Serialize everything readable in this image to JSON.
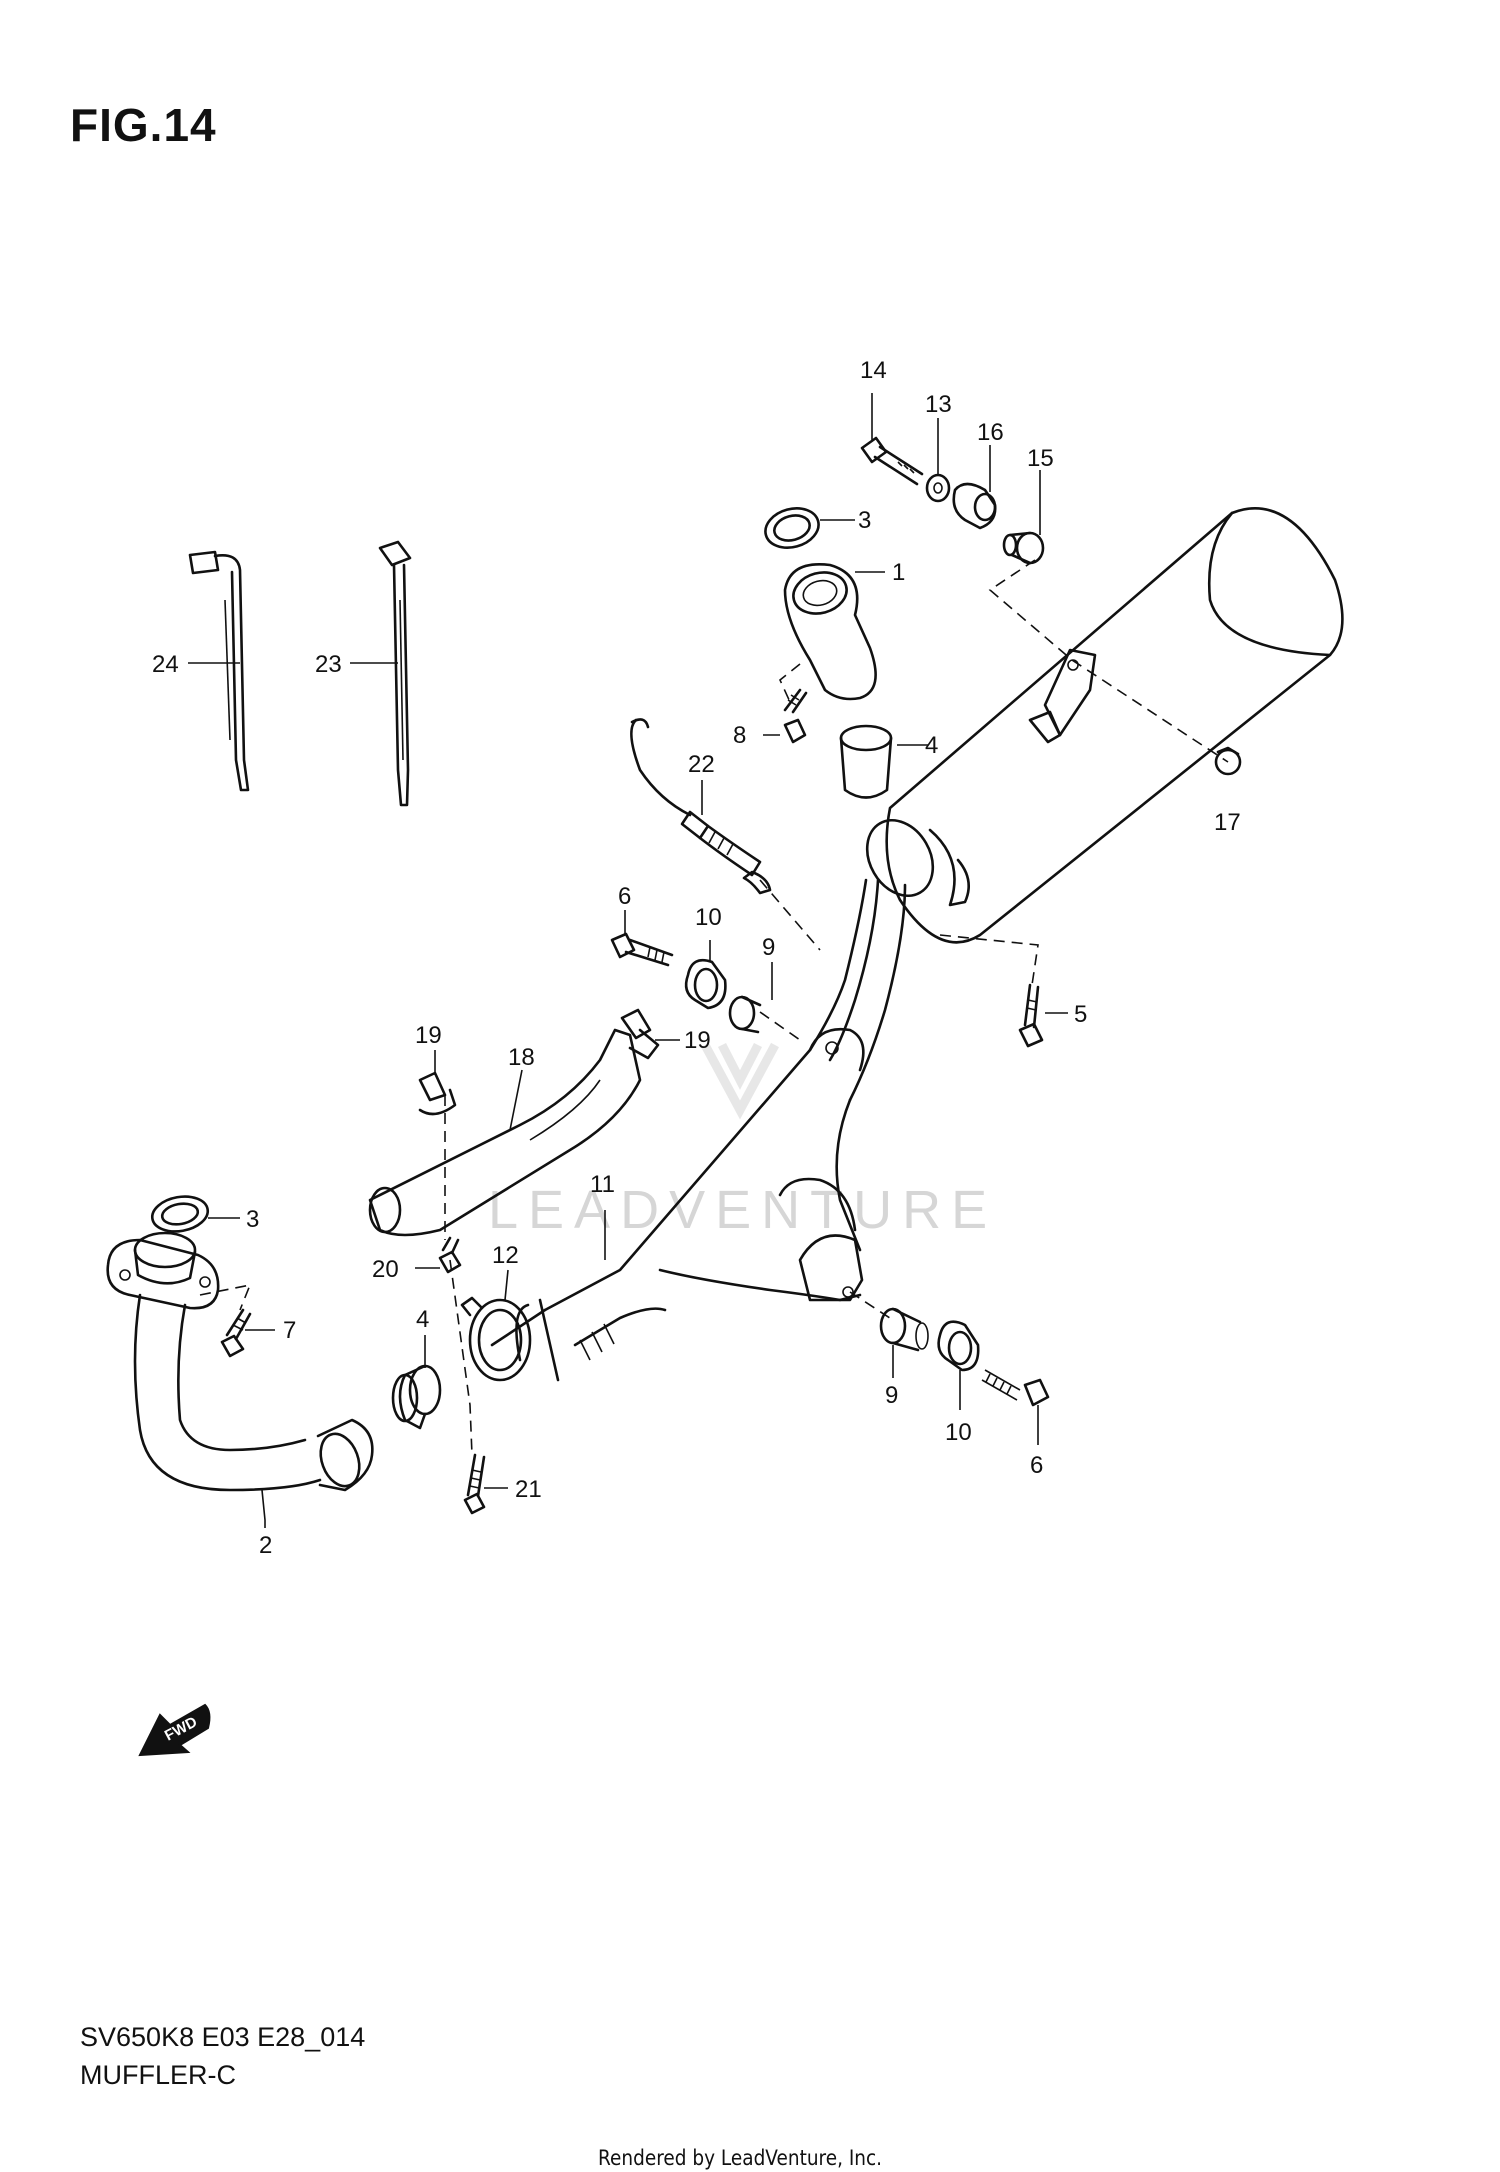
{
  "figure": {
    "title": "FIG.14",
    "model_code": "SV650K8 E03 E28_014",
    "section_name": "MUFFLER-C",
    "credit": "Rendered by LeadVenture, Inc.",
    "watermark": "LEADVENTURE",
    "direction_label": "FWD"
  },
  "callouts": [
    {
      "id": "c14",
      "label": "14"
    },
    {
      "id": "c13",
      "label": "13"
    },
    {
      "id": "c16",
      "label": "16"
    },
    {
      "id": "c15",
      "label": "15"
    },
    {
      "id": "c3a",
      "label": "3"
    },
    {
      "id": "c1",
      "label": "1"
    },
    {
      "id": "c24",
      "label": "24"
    },
    {
      "id": "c23",
      "label": "23"
    },
    {
      "id": "c8",
      "label": "8"
    },
    {
      "id": "c22",
      "label": "22"
    },
    {
      "id": "c4a",
      "label": "4"
    },
    {
      "id": "c17",
      "label": "17"
    },
    {
      "id": "c6a",
      "label": "6"
    },
    {
      "id": "c10a",
      "label": "10"
    },
    {
      "id": "c9a",
      "label": "9"
    },
    {
      "id": "c5",
      "label": "5"
    },
    {
      "id": "c19a",
      "label": "19"
    },
    {
      "id": "c18",
      "label": "18"
    },
    {
      "id": "c19b",
      "label": "19"
    },
    {
      "id": "c3b",
      "label": "3"
    },
    {
      "id": "c11",
      "label": "11"
    },
    {
      "id": "c20",
      "label": "20"
    },
    {
      "id": "c12",
      "label": "12"
    },
    {
      "id": "c7",
      "label": "7"
    },
    {
      "id": "c4b",
      "label": "4"
    },
    {
      "id": "c9b",
      "label": "9"
    },
    {
      "id": "c10b",
      "label": "10"
    },
    {
      "id": "c6b",
      "label": "6"
    },
    {
      "id": "c21",
      "label": "21"
    },
    {
      "id": "c2",
      "label": "2"
    }
  ]
}
